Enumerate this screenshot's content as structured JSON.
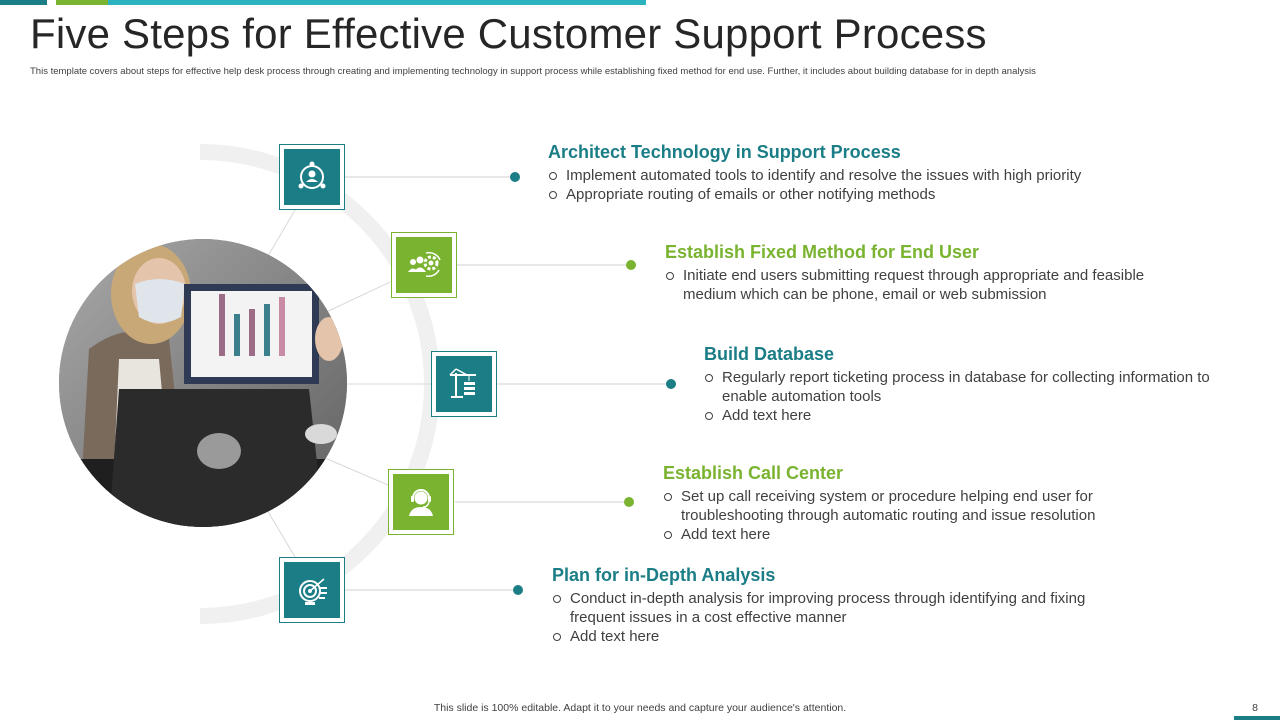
{
  "title": "Five Steps for Effective Customer Support Process",
  "subtitle": "This template  covers about steps for effective help desk process through creating and implementing  technology in support process while establishing fixed method for end use. Further, it includes about building database for in depth analysis",
  "colors": {
    "teal": "#1b7d86",
    "green": "#7ab330",
    "bar_teal": "#2bb3c0",
    "text": "#404040",
    "arc": "#f0f0f0"
  },
  "steps": [
    {
      "title": "Architect Technology in Support Process",
      "color": "#1b7d86",
      "icon": "network-user-icon",
      "bullets": [
        "Implement  automated tools to identify and resolve the issues with high priority",
        "Appropriate routing of emails or other notifying methods"
      ]
    },
    {
      "title": "Establish Fixed Method for End User",
      "color": "#7ab330",
      "icon": "users-gear-icon",
      "bullets": [
        "Initiate end users submitting request through appropriate and feasible medium which can be phone, email or web submission"
      ]
    },
    {
      "title": "Build Database",
      "color": "#1b7d86",
      "icon": "crane-database-icon",
      "bullets": [
        "Regularly  report ticketing process in database for collecting information to enable automation tools",
        "Add text here"
      ]
    },
    {
      "title": "Establish Call Center",
      "color": "#7ab330",
      "icon": "headset-agent-icon",
      "bullets": [
        "Set up call receiving system or procedure helping end user for troubleshooting through  automatic routing  and issue resolution",
        "Add text here"
      ]
    },
    {
      "title": "Plan for in-Depth Analysis",
      "color": "#1b7d86",
      "icon": "analysis-target-icon",
      "bullets": [
        "Conduct in-depth analysis for improving process through identifying and fixing frequent issues in a cost effective manner",
        "Add text here"
      ]
    }
  ],
  "photo_icon": "woman-presenting-chart-photo",
  "footer": "This slide is 100% editable. Adapt it to your needs and capture your audience's attention.",
  "page_number": "8"
}
